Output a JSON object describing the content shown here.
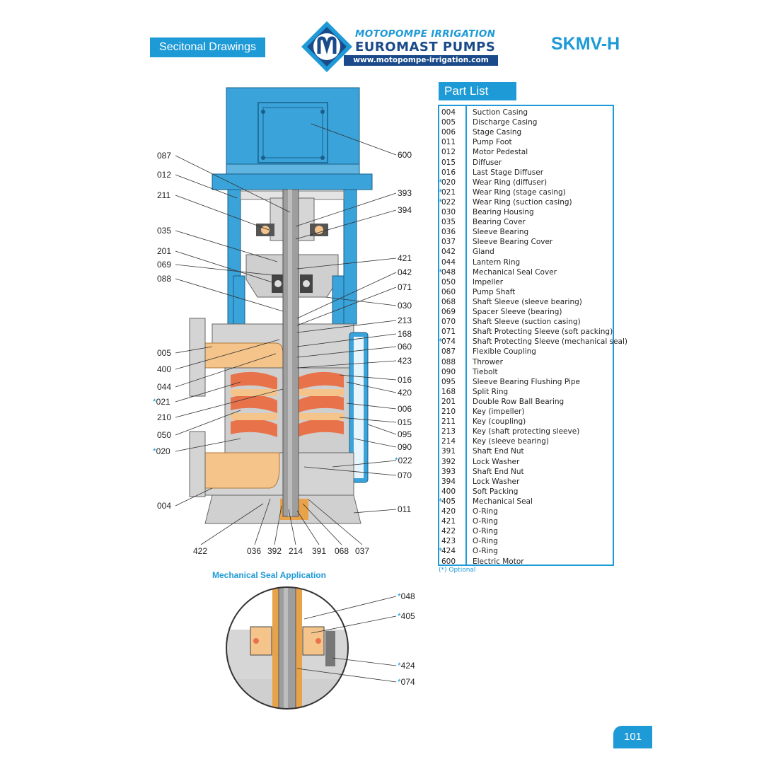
{
  "header": {
    "section_label": "Secitonal Drawings",
    "brand_line1": "MOTOPOMPE IRRIGATION",
    "brand_line2": "EUROMAST PUMPS",
    "brand_url": "www.motopompe-irrigation.com",
    "model": "SKMV-H"
  },
  "colors": {
    "accent": "#1e9ad6",
    "brand_dark": "#1a4a8a",
    "motor": "#3aa3d9",
    "casing": "#d9d9d9",
    "fluid": "#f5c48a",
    "impeller": "#e8734a"
  },
  "part_list": {
    "title": "Part List",
    "optional_note": "(*) Optional",
    "items": [
      {
        "code": "004",
        "name": "Suction Casing",
        "optional": false
      },
      {
        "code": "005",
        "name": "Discharge Casing",
        "optional": false
      },
      {
        "code": "006",
        "name": "Stage Casing",
        "optional": false
      },
      {
        "code": "011",
        "name": "Pump Foot",
        "optional": false
      },
      {
        "code": "012",
        "name": "Motor Pedestal",
        "optional": false
      },
      {
        "code": "015",
        "name": "Diffuser",
        "optional": false
      },
      {
        "code": "016",
        "name": "Last Stage Diffuser",
        "optional": false
      },
      {
        "code": "020",
        "name": "Wear Ring (diffuser)",
        "optional": true
      },
      {
        "code": "021",
        "name": "Wear Ring (stage casing)",
        "optional": true
      },
      {
        "code": "022",
        "name": "Wear Ring (suction casing)",
        "optional": true
      },
      {
        "code": "030",
        "name": "Bearing Housing",
        "optional": false
      },
      {
        "code": "035",
        "name": "Bearing Cover",
        "optional": false
      },
      {
        "code": "036",
        "name": "Sleeve Bearing",
        "optional": false
      },
      {
        "code": "037",
        "name": "Sleeve Bearing Cover",
        "optional": false
      },
      {
        "code": "042",
        "name": "Gland",
        "optional": false
      },
      {
        "code": "044",
        "name": "Lantern Ring",
        "optional": false
      },
      {
        "code": "048",
        "name": "Mechanical Seal Cover",
        "optional": true
      },
      {
        "code": "050",
        "name": "Impeller",
        "optional": false
      },
      {
        "code": "060",
        "name": "Pump Shaft",
        "optional": false
      },
      {
        "code": "068",
        "name": "Shaft Sleeve (sleeve bearing)",
        "optional": false
      },
      {
        "code": "069",
        "name": "Spacer Sleeve (bearing)",
        "optional": false
      },
      {
        "code": "070",
        "name": "Shaft Sleeve (suction casing)",
        "optional": false
      },
      {
        "code": "071",
        "name": "Shaft Protecting Sleeve (soft packing)",
        "optional": false
      },
      {
        "code": "074",
        "name": "Shaft Protecting Sleeve (mechanical seal)",
        "optional": true
      },
      {
        "code": "087",
        "name": "Flexible Coupling",
        "optional": false
      },
      {
        "code": "088",
        "name": "Thrower",
        "optional": false
      },
      {
        "code": "090",
        "name": "Tiebolt",
        "optional": false
      },
      {
        "code": "095",
        "name": "Sleeve Bearing Flushing Pipe",
        "optional": false
      },
      {
        "code": "168",
        "name": "Split Ring",
        "optional": false
      },
      {
        "code": "201",
        "name": "Double Row Ball Bearing",
        "optional": false
      },
      {
        "code": "210",
        "name": "Key (impeller)",
        "optional": false
      },
      {
        "code": "211",
        "name": "Key (coupling)",
        "optional": false
      },
      {
        "code": "213",
        "name": "Key (shaft protecting sleeve)",
        "optional": false
      },
      {
        "code": "214",
        "name": "Key (sleeve bearing)",
        "optional": false
      },
      {
        "code": "391",
        "name": "Shaft End Nut",
        "optional": false
      },
      {
        "code": "392",
        "name": "Lock Washer",
        "optional": false
      },
      {
        "code": "393",
        "name": "Shaft End Nut",
        "optional": false
      },
      {
        "code": "394",
        "name": "Lock Washer",
        "optional": false
      },
      {
        "code": "400",
        "name": "Soft Packing",
        "optional": false
      },
      {
        "code": "405",
        "name": "Mechanical Seal",
        "optional": true
      },
      {
        "code": "420",
        "name": "O-Ring",
        "optional": false
      },
      {
        "code": "421",
        "name": "O-Ring",
        "optional": false
      },
      {
        "code": "422",
        "name": "O-Ring",
        "optional": false
      },
      {
        "code": "423",
        "name": "O-Ring",
        "optional": false
      },
      {
        "code": "424",
        "name": "O-Ring",
        "optional": true
      },
      {
        "code": "600",
        "name": "Electric Motor",
        "optional": false
      }
    ]
  },
  "drawing": {
    "callouts_left": [
      {
        "code": "087",
        "optional": false
      },
      {
        "code": "012",
        "optional": false
      },
      {
        "code": "211",
        "optional": false
      },
      {
        "code": "035",
        "optional": false
      },
      {
        "code": "201",
        "optional": false
      },
      {
        "code": "069",
        "optional": false
      },
      {
        "code": "088",
        "optional": false
      },
      {
        "code": "005",
        "optional": false
      },
      {
        "code": "400",
        "optional": false
      },
      {
        "code": "044",
        "optional": false
      },
      {
        "code": "021",
        "optional": true
      },
      {
        "code": "210",
        "optional": false
      },
      {
        "code": "050",
        "optional": false
      },
      {
        "code": "020",
        "optional": true
      },
      {
        "code": "004",
        "optional": false
      }
    ],
    "callouts_right": [
      {
        "code": "600",
        "optional": false
      },
      {
        "code": "393",
        "optional": false
      },
      {
        "code": "394",
        "optional": false
      },
      {
        "code": "421",
        "optional": false
      },
      {
        "code": "042",
        "optional": false
      },
      {
        "code": "071",
        "optional": false
      },
      {
        "code": "030",
        "optional": false
      },
      {
        "code": "213",
        "optional": false
      },
      {
        "code": "168",
        "optional": false
      },
      {
        "code": "060",
        "optional": false
      },
      {
        "code": "423",
        "optional": false
      },
      {
        "code": "016",
        "optional": false
      },
      {
        "code": "420",
        "optional": false
      },
      {
        "code": "006",
        "optional": false
      },
      {
        "code": "015",
        "optional": false
      },
      {
        "code": "095",
        "optional": false
      },
      {
        "code": "090",
        "optional": false
      },
      {
        "code": "022",
        "optional": true
      },
      {
        "code": "070",
        "optional": false
      },
      {
        "code": "011",
        "optional": false
      }
    ],
    "callouts_bottom": [
      {
        "code": "422",
        "optional": false
      },
      {
        "code": "036",
        "optional": false
      },
      {
        "code": "392",
        "optional": false
      },
      {
        "code": "214",
        "optional": false
      },
      {
        "code": "391",
        "optional": false
      },
      {
        "code": "068",
        "optional": false
      },
      {
        "code": "037",
        "optional": false
      }
    ]
  },
  "mechanical_seal": {
    "title": "Mechanical Seal Application",
    "callouts": [
      {
        "code": "048",
        "optional": true
      },
      {
        "code": "405",
        "optional": true
      },
      {
        "code": "424",
        "optional": true
      },
      {
        "code": "074",
        "optional": true
      }
    ]
  },
  "footer": {
    "page_number": "101"
  }
}
